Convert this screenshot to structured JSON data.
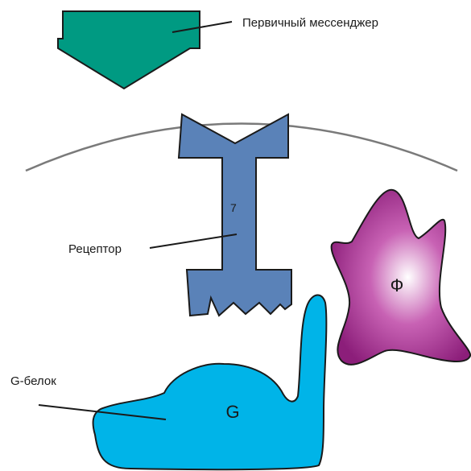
{
  "labels": {
    "first_messenger": "Первичный мессенджер",
    "receptor": "Рецептор",
    "receptor_number": "7",
    "g_protein": "G-белок",
    "g_symbol": "G",
    "effector_symbol": "Ф"
  },
  "colors": {
    "messenger": "#009a82",
    "receptor": "#5a82b8",
    "g_protein": "#00b4e8",
    "effector_center": "#ffffff",
    "effector_mid": "#c862b4",
    "effector_edge": "#8c1e7a",
    "membrane": "#7a7a7a",
    "outline": "#1a1a1a"
  }
}
